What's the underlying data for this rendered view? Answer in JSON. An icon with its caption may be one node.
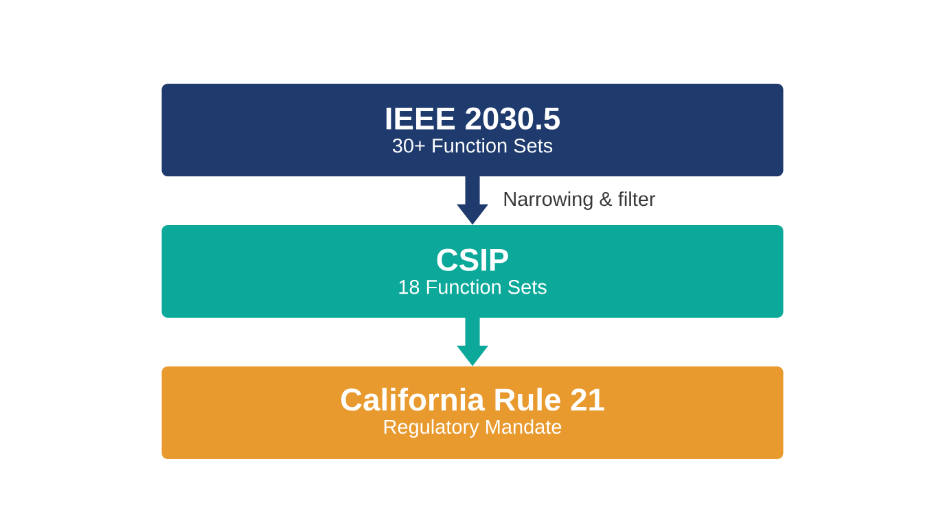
{
  "diagram": {
    "nodes": [
      {
        "text": [
          "IEEE 2030.5",
          "30+ Function Sets"
        ]
      },
      {
        "text": [
          "CSIP",
          "18 Function Sets"
        ]
      },
      {
        "text": [
          "California Rule 21",
          "Regulatory Mandate"
        ]
      }
    ],
    "edges": [
      {
        "from": 0,
        "to": 1,
        "arrow": "to",
        "label": "Narrowing & filter",
        "color": "#1f3b6e"
      },
      {
        "from": 1,
        "to": 2,
        "arrow": "to",
        "color": "#0ca899"
      }
    ]
  }
}
